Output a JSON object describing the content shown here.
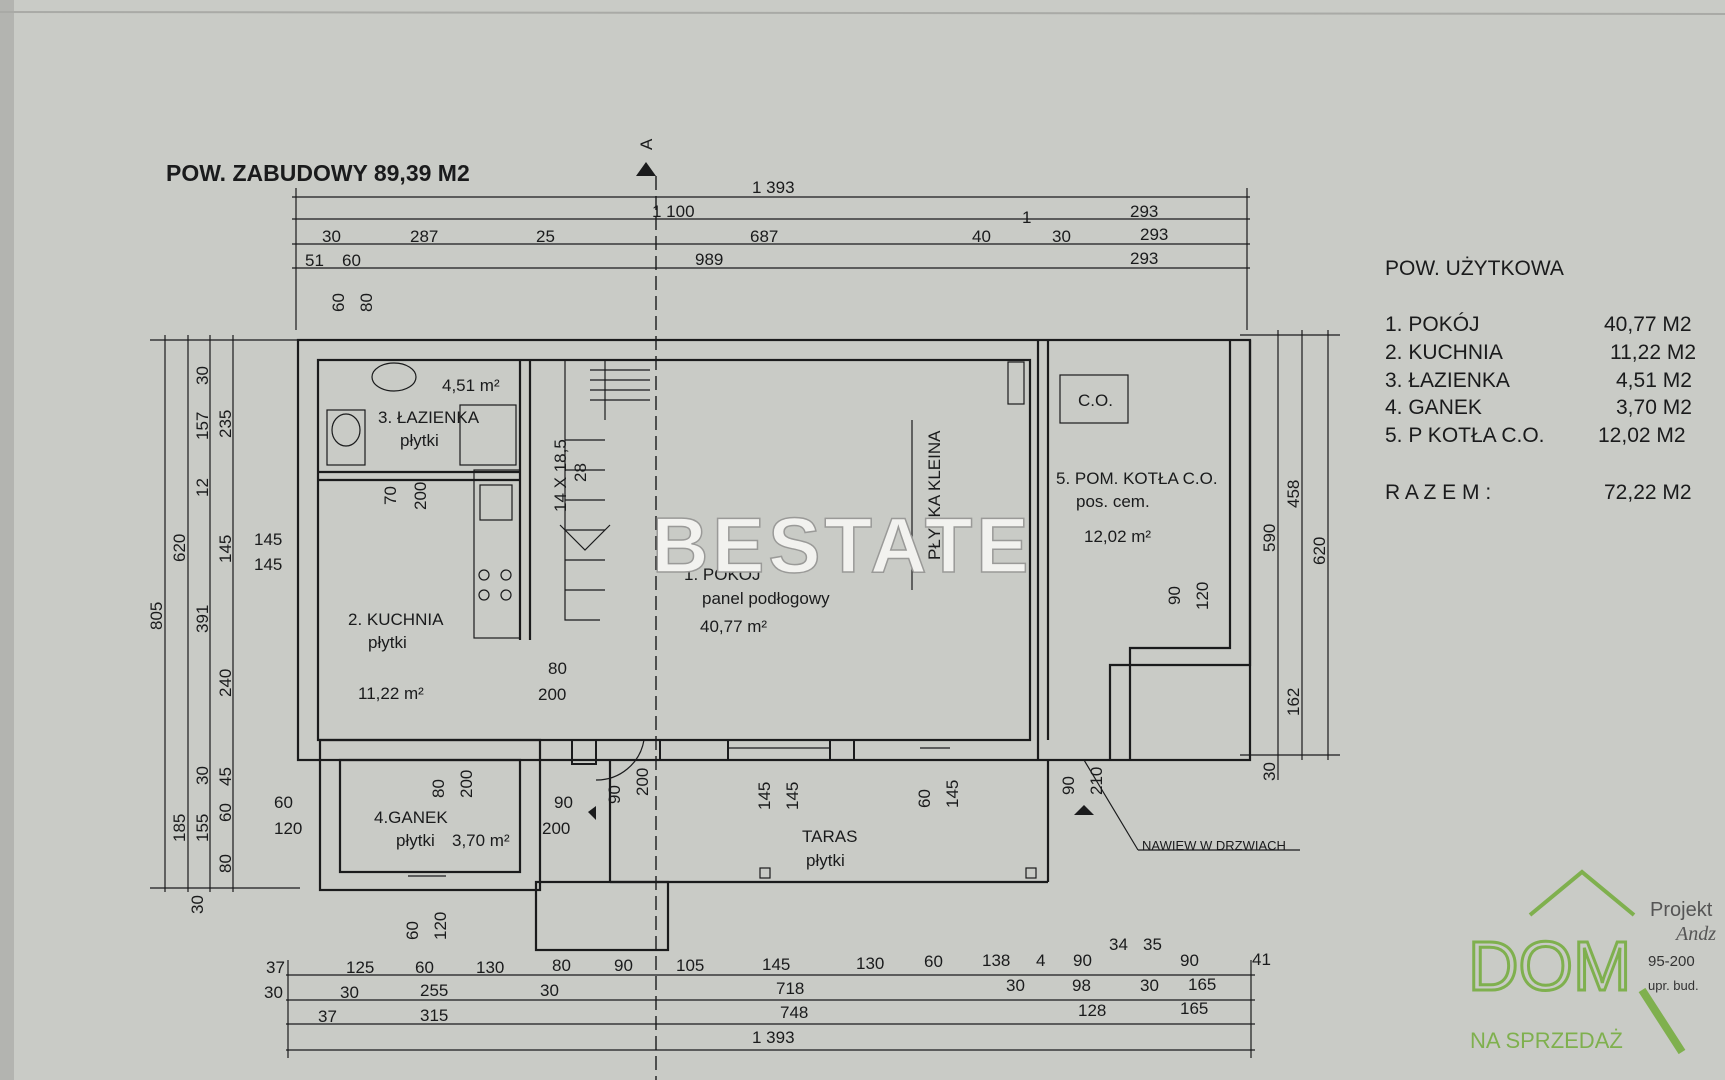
{
  "title": "POW. ZABUDOWY 89,39 M2",
  "section_marker": "A",
  "watermark": "BESTATE",
  "dims_top": [
    "1 393",
    "1 100",
    "293",
    "1",
    "30",
    "287",
    "25",
    "687",
    "40",
    "30",
    "293",
    "51",
    "60",
    "989",
    "293"
  ],
  "dims_left": [
    "805",
    "620",
    "30",
    "157",
    "12",
    "391",
    "30",
    "185",
    "155",
    "60",
    "80",
    "30",
    "235",
    "145",
    "240",
    "45"
  ],
  "dims_right": [
    "590",
    "458",
    "620",
    "162",
    "30"
  ],
  "dims_bottom": [
    "37",
    "125",
    "60",
    "130",
    "80",
    "90",
    "105",
    "145",
    "130",
    "60",
    "138",
    "4",
    "90",
    "34",
    "35",
    "90",
    "41",
    "30",
    "30",
    "255",
    "30",
    "718",
    "30",
    "98",
    "30",
    "165",
    "37",
    "315",
    "748",
    "128",
    "165",
    "1 393"
  ],
  "interior_dims": [
    "60",
    "80",
    "70",
    "200",
    "14 X 18,5",
    "28",
    "145",
    "145",
    "80",
    "200",
    "80",
    "200",
    "90",
    "200",
    "90",
    "200",
    "145",
    "145",
    "60",
    "145",
    "90",
    "210",
    "60",
    "120",
    "60",
    "120",
    "90",
    "120"
  ],
  "rooms": {
    "lazienka": {
      "area": "4,51 m²",
      "name": "3. ŁAZIENKA",
      "floor": "płytki"
    },
    "kuchnia": {
      "name": "2. KUCHNIA",
      "floor": "płytki",
      "area": "11,22 m²"
    },
    "pokoj": {
      "name": "1. POKÓJ",
      "floor": "panel podłogowy",
      "area": "40,77 m²"
    },
    "kotlownia": {
      "name": "5. POM. KOTŁA C.O.",
      "floor": "pos. cem.",
      "area": "12,02 m²"
    },
    "ganek": {
      "name": "4.GANEK",
      "floor": "płytki",
      "area": "3,70 m²"
    },
    "taras": {
      "name": "TARAS",
      "floor": "płytki"
    }
  },
  "labels": {
    "co": "C.O.",
    "vertical": "PŁYTKA KLEINA",
    "nawiew": "NAWIEW W DRZWIACH"
  },
  "legend": {
    "title": "POW. UŻYTKOWA",
    "items": [
      {
        "name": "1. POKÓJ",
        "value": "40,77 M2"
      },
      {
        "name": "2. KUCHNIA",
        "value": "11,22 M2"
      },
      {
        "name": "3. ŁAZIENKA",
        "value": "4,51 M2"
      },
      {
        "name": "4. GANEK",
        "value": "3,70 M2"
      },
      {
        "name": "5. P KOTŁA C.O.",
        "value": "12,02 M2"
      }
    ],
    "total_label": "R A Z E M :",
    "total_value": "72,22 M2"
  },
  "logo": {
    "letters": "DOM",
    "tagline": "NA SPRZEDAŻ",
    "projekt": "Projekt",
    "line2": "Andz",
    "line3": "95-200",
    "line4": "upr. bud."
  },
  "colors": {
    "paper": "#c9cbc6",
    "ink": "#1a1b1c",
    "logo_green": "#7fb04e"
  }
}
